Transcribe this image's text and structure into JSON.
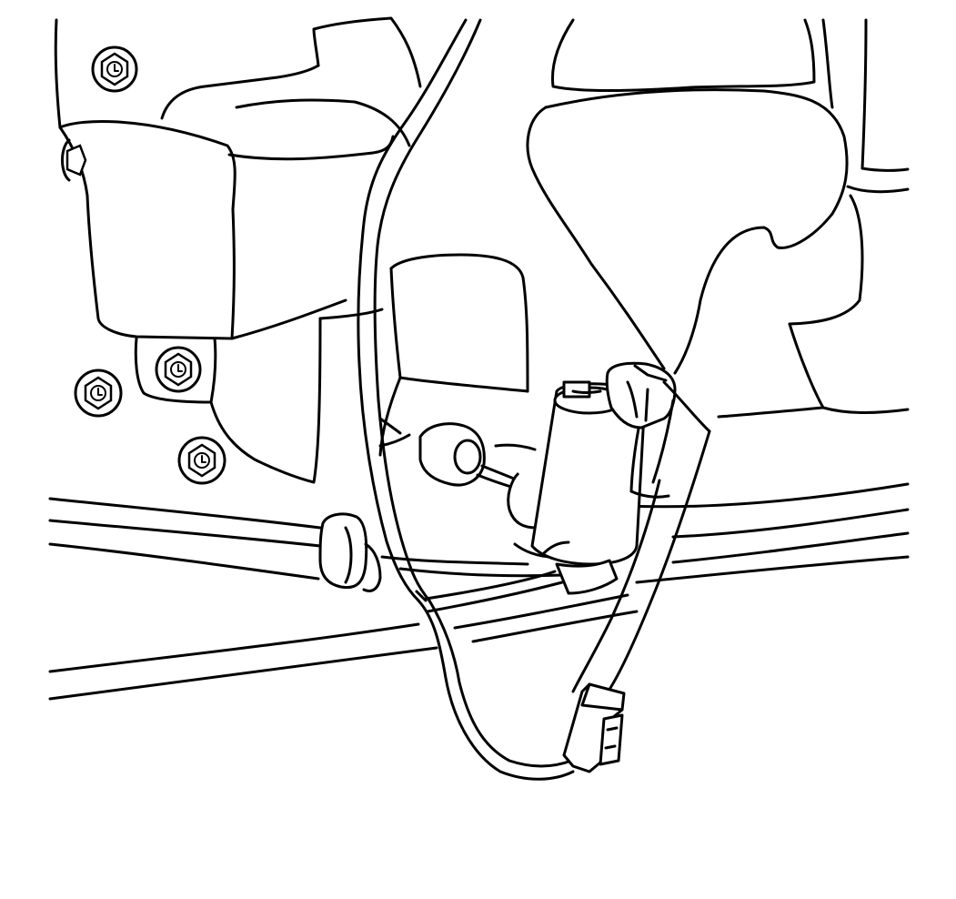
{
  "figure": {
    "kind": "line-art technical illustration",
    "line_color": "#000000",
    "background_color": "#ffffff",
    "parts": [
      {
        "name": "washer-fluid-reservoir"
      },
      {
        "name": "washer-pump-motor"
      },
      {
        "name": "electrical-connector"
      },
      {
        "name": "wiring-harness"
      },
      {
        "name": "washer-hose"
      },
      {
        "name": "mounting-bolts",
        "count": 5
      }
    ]
  }
}
